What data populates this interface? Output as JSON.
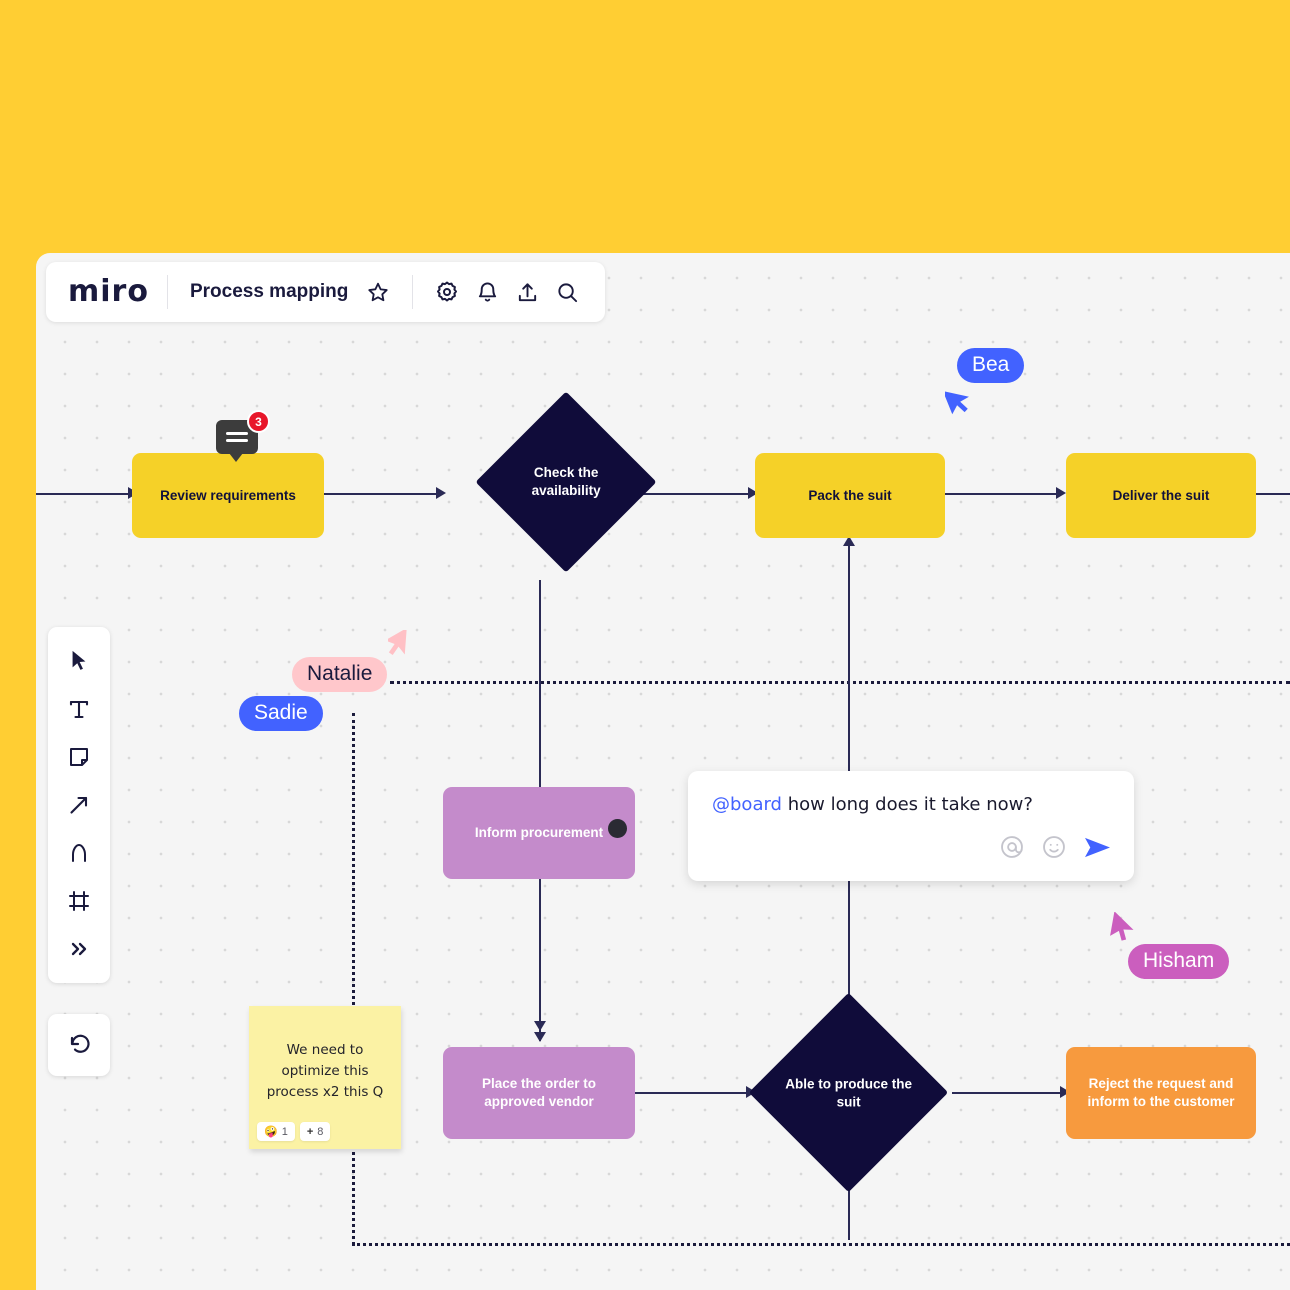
{
  "header": {
    "logo": "miro",
    "board_title": "Process mapping",
    "icons": [
      {
        "name": "star-icon",
        "label": "Favorite"
      },
      {
        "name": "gear-icon",
        "label": "Settings"
      },
      {
        "name": "bell-icon",
        "label": "Notifications"
      },
      {
        "name": "upload-icon",
        "label": "Share / Export"
      },
      {
        "name": "search-icon",
        "label": "Search"
      }
    ]
  },
  "toolbar": {
    "items": [
      {
        "name": "cursor-tool-icon",
        "label": "Select"
      },
      {
        "name": "text-tool-icon",
        "label": "Text"
      },
      {
        "name": "sticky-note-tool-icon",
        "label": "Sticky note"
      },
      {
        "name": "arrow-tool-icon",
        "label": "Connection line"
      },
      {
        "name": "pen-tool-icon",
        "label": "Pen"
      },
      {
        "name": "frame-tool-icon",
        "label": "Frame"
      },
      {
        "name": "more-tools-icon",
        "label": "More tools"
      }
    ],
    "undo": {
      "name": "undo-icon",
      "label": "Undo"
    }
  },
  "flow": {
    "nodes": [
      {
        "id": "review",
        "label": "Review requirements",
        "shape": "rect",
        "color": "#F5D128"
      },
      {
        "id": "check",
        "label": "Check the availability",
        "shape": "diamond",
        "color": "#100C3A"
      },
      {
        "id": "pack",
        "label": "Pack the suit",
        "shape": "rect",
        "color": "#F5D128"
      },
      {
        "id": "deliver",
        "label": "Deliver the suit",
        "shape": "rect",
        "color": "#F5D128"
      },
      {
        "id": "inform",
        "label": "Inform procurement",
        "shape": "rect",
        "color": "#C48BCB"
      },
      {
        "id": "place",
        "label": "Place the order to approved vendor",
        "shape": "rect",
        "color": "#C48BCB"
      },
      {
        "id": "able",
        "label": "Able to produce the suit",
        "shape": "diamond",
        "color": "#100C3A"
      },
      {
        "id": "reject",
        "label": "Reject the request and inform to the customer",
        "shape": "rect",
        "color": "#F79A3E"
      }
    ]
  },
  "comment_badge": {
    "count": "3",
    "name": "comment-count-badge"
  },
  "sticky_note": {
    "text": "We need to optimize this process x2 this Q",
    "reactions": [
      {
        "emoji": "🤪",
        "count": "1"
      },
      {
        "emoji": "+",
        "count": "8"
      }
    ]
  },
  "composer": {
    "mention": "@board",
    "message": " how long does it take now?",
    "actions": [
      {
        "name": "mention-icon",
        "label": "@"
      },
      {
        "name": "emoji-icon",
        "label": "Emoji"
      },
      {
        "name": "send-icon",
        "label": "Send"
      }
    ]
  },
  "collaborators": [
    {
      "name": "Bea",
      "color": "#4262FF",
      "text_color": "#ffffff"
    },
    {
      "name": "Natalie",
      "color": "#FFC7CB",
      "text_color": "#1A1A3D"
    },
    {
      "name": "Sadie",
      "color": "#4262FF",
      "text_color": "#ffffff"
    },
    {
      "name": "Hisham",
      "color": "#CB5EBE",
      "text_color": "#ffffff"
    }
  ],
  "colors": {
    "page_background": "#FFCE33",
    "canvas": "#F5F5F5",
    "yellow_node": "#F5D128",
    "purple_node": "#C48BCB",
    "orange_node": "#F79A3E",
    "dark_node": "#100C3A",
    "accent_blue": "#4262FF",
    "connector": "#2A2A55"
  }
}
